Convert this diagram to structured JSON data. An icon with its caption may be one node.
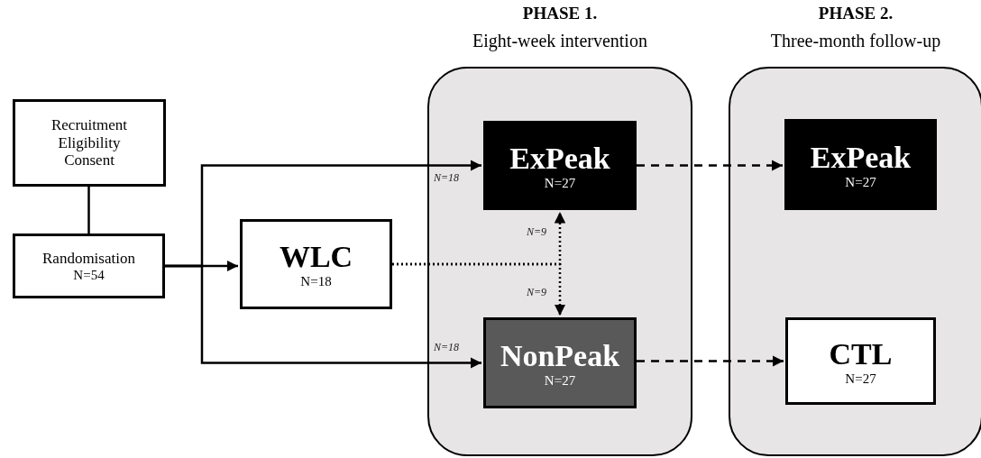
{
  "diagram": {
    "nodes": [
      {
        "text": [
          "Recruitment Eligibility Consent"
        ]
      },
      {
        "text": [
          "Randomisation",
          "N=54"
        ]
      },
      {
        "text": [
          "WLC",
          "N=18"
        ]
      },
      {
        "text": [
          "PHASE 1.",
          "Eight-week intervention"
        ]
      },
      {
        "text": [
          "ExPeak",
          "N=27"
        ],
        "in": 3
      },
      {
        "text": [
          "NonPeak",
          "N=27"
        ],
        "in": 3
      },
      {
        "text": [
          "PHASE 2.",
          "Three-month follow-up"
        ]
      },
      {
        "text": [
          "ExPeak",
          "N=27"
        ],
        "in": 6
      },
      {
        "text": [
          "CTL",
          "N=27"
        ],
        "in": 6
      }
    ],
    "edges": [
      {
        "from": 0,
        "to": 1,
        "arrow": "none"
      },
      {
        "from": 1,
        "to": 2,
        "arrow": "to"
      },
      {
        "from": 1,
        "to": 4,
        "arrow": "to",
        "label": "N=18"
      },
      {
        "from": 1,
        "to": 5,
        "arrow": "to",
        "label": "N=18"
      },
      {
        "from": 2,
        "to": 4,
        "arrow": "to",
        "label": "N=9",
        "style": "dashed"
      },
      {
        "from": 2,
        "to": 5,
        "arrow": "to",
        "label": "N=9",
        "style": "dashed"
      },
      {
        "from": 4,
        "to": 7,
        "arrow": "to",
        "style": "dashed"
      },
      {
        "from": 5,
        "to": 8,
        "arrow": "to",
        "style": "dashed"
      }
    ]
  }
}
